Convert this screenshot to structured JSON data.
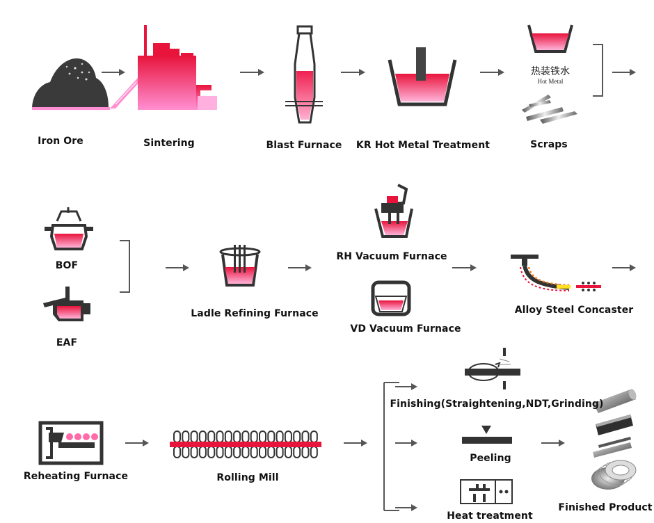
{
  "stages": {
    "iron_ore": "Iron Ore",
    "sintering": "Sintering",
    "blast_furnace": "Blast Furnace",
    "kr_treatment": "KR Hot Metal Treatment",
    "hot_metal_cn": "热装铁水",
    "hot_metal_en": "Hot Metal",
    "scraps": "Scraps",
    "bof": "BOF",
    "eaf": "EAF",
    "ladle_refining": "Ladle Refining Furnace",
    "rh_vacuum": "RH Vacuum Furnace",
    "vd_vacuum": "VD Vacuum Furnace",
    "concaster": "Alloy Steel Concaster",
    "reheating": "Reheating Furnace",
    "rolling_mill": "Rolling Mill",
    "finishing": "Finishing(Straightening,NDT,Grinding)",
    "peeling": "Peeling",
    "heat_treatment": "Heat treatment",
    "finished_product": "Finished Product"
  },
  "colors": {
    "accent_red": "#e8143c",
    "accent_pink": "#ff8fd2",
    "dark": "#333333",
    "arrow": "#555555"
  }
}
